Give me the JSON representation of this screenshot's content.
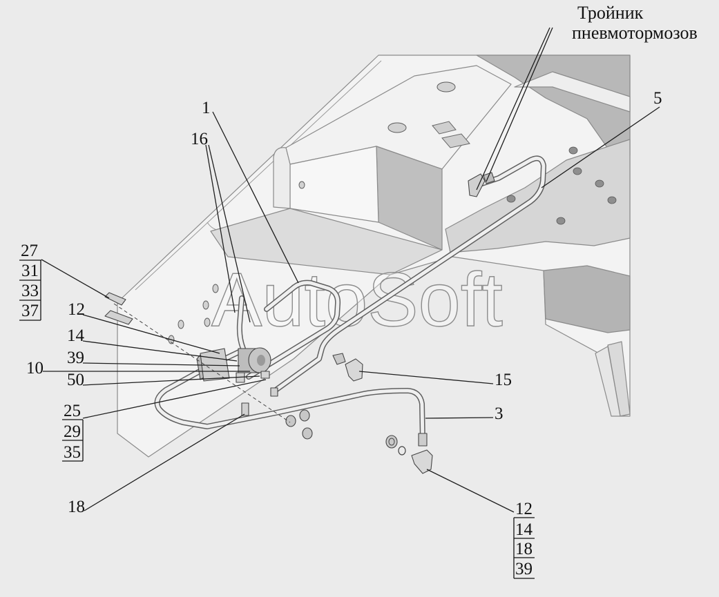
{
  "labels": {
    "tee_line1": "Тройник",
    "tee_line2": "пневмотормозов",
    "part_1": "1",
    "part_16": "16",
    "part_5": "5",
    "part_12_left": "12",
    "part_14_left": "14",
    "part_39_left": "39",
    "part_10": "10",
    "part_50": "50",
    "part_15": "15",
    "part_3": "3",
    "part_18": "18"
  },
  "label_groups": {
    "bolt_group": [
      "27",
      "31",
      "33",
      "37"
    ],
    "mount_group": [
      "25",
      "29",
      "35"
    ],
    "elbow_group": [
      "12",
      "14",
      "18",
      "39"
    ]
  },
  "watermark": "AutoSoft",
  "colors": {
    "background": "#ebebeb",
    "frame_light": "#f3f3f3",
    "frame_shade": "#b8b8b8",
    "leader_line": "#1e1e1e"
  }
}
